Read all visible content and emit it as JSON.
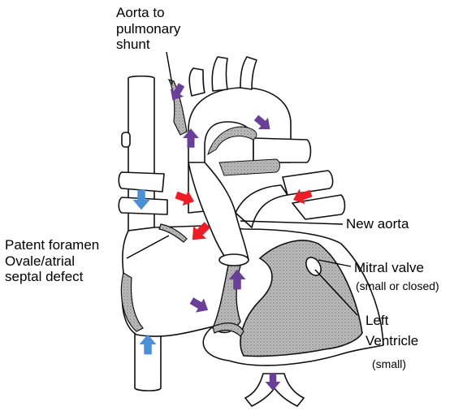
{
  "colors": {
    "outline": "#111111",
    "stipple": "#9a9a9a",
    "blood_oxygenated": "#ee1c24",
    "blood_deoxygenated": "#4a90d9",
    "blood_mixed": "#6a3f9a"
  },
  "labels": {
    "shunt_line1": "Aorta to",
    "shunt_line2": "pulmonary",
    "shunt_line3": "shunt",
    "new_aorta": "New aorta",
    "pfo_line1": "Patent foramen",
    "pfo_line2": "Ovale/atrial",
    "pfo_line3": "septal defect",
    "mitral_line1": "Mitral valve",
    "mitral_line2": "(small or closed)",
    "lv_line1": "Left",
    "lv_line2": "Ventricle",
    "lv_line3": "(small)"
  },
  "arrow_icons": {
    "red": "arrow-red-icon",
    "blue": "arrow-blue-icon",
    "purple": "arrow-purple-icon"
  }
}
